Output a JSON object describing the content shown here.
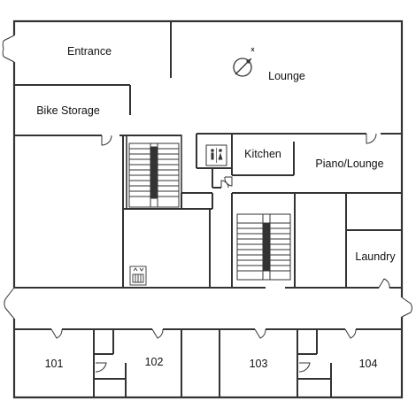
{
  "floor_plan": {
    "rooms": [
      {
        "id": "entrance",
        "label": "Entrance"
      },
      {
        "id": "lounge",
        "label": "Lounge"
      },
      {
        "id": "bike-storage",
        "label": "Bike Storage"
      },
      {
        "id": "kitchen",
        "label": "Kitchen"
      },
      {
        "id": "piano-lounge",
        "label": "Piano/Lounge"
      },
      {
        "id": "laundry",
        "label": "Laundry"
      },
      {
        "id": "room-101",
        "label": "101"
      },
      {
        "id": "room-102",
        "label": "102"
      },
      {
        "id": "room-103",
        "label": "103"
      },
      {
        "id": "room-104",
        "label": "104"
      }
    ],
    "icons": [
      "compass-icon",
      "restroom-icon",
      "elevator-icon",
      "stairs-icon"
    ]
  }
}
